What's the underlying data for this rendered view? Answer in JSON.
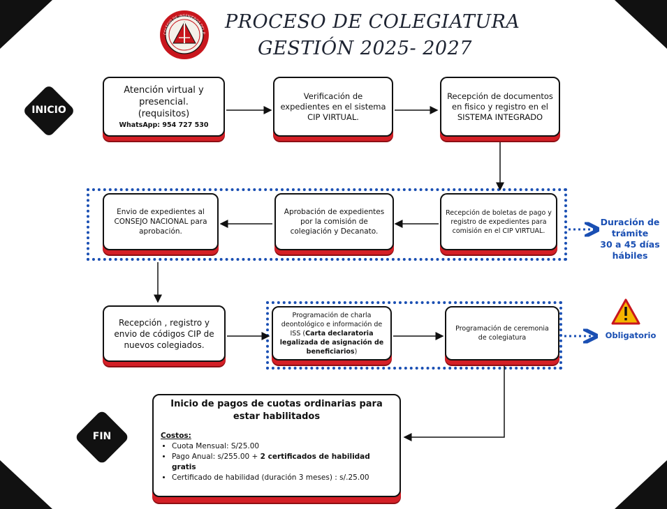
{
  "title": {
    "line1": "PROCESO DE COLEGIATURA",
    "line2": "GESTIÓN 2025- 2027"
  },
  "logo": {
    "icon": "institution-seal-icon",
    "text": "COLEGIO DE INGENIEROS DEL PERÚ · 1962"
  },
  "start_label": "INICIO",
  "end_label": "FIN",
  "steps": {
    "s1": {
      "line1": "Atención virtual y presencial.",
      "line2": "(requisitos)",
      "contact": "WhatsApp: 954 727 530"
    },
    "s2": {
      "text": "Verificación de expedientes en el sistema CIP VIRTUAL."
    },
    "s3": {
      "text": "Recepción de documentos en fisico y registro en el SISTEMA INTEGRADO"
    },
    "s4": {
      "text": "Recepción de boletas de pago y registro de expedientes para comisión en el CIP VIRTUAL."
    },
    "s5": {
      "text": "Aprobación de expedientes por la comisión de colegiación y Decanato."
    },
    "s6": {
      "text": "Envio de expedientes al CONSEJO NACIONAL para aprobación."
    },
    "s7": {
      "text": "Recepción , registro y envio de códigos CIP de nuevos colegiados."
    },
    "s8": {
      "pre": "Programación de charla deontológico e información de ISS (",
      "bold": "Carta declaratoria legalizada de asignación de beneficiarios",
      "post": ")"
    },
    "s9": {
      "text": "Programación de ceremonia de colegiatura"
    }
  },
  "notes": {
    "duration": {
      "line1": "Duración de",
      "line2": "trámite",
      "line3": "30 a 45 días",
      "line4": "hábiles"
    },
    "mandatory": {
      "label": "Obligatorio",
      "icon": "warning-triangle-icon"
    }
  },
  "final": {
    "title": "Inicio de pagos de cuotas ordinarias para estar habilitados",
    "costs_label": "Costos:",
    "items": [
      {
        "text": "Cuota Mensual: S/25.00",
        "bold": ""
      },
      {
        "text": "Pago Anual: s/255.00 + ",
        "bold": "2 certificados de habilidad gratis"
      },
      {
        "text": "Certificado de habilidad (duración 3 meses) : s/.25.00",
        "bold": ""
      }
    ]
  },
  "colors": {
    "accent_red": "#d41f26",
    "dotted_blue": "#1a4fb3",
    "warning_yellow": "#f5b400"
  }
}
